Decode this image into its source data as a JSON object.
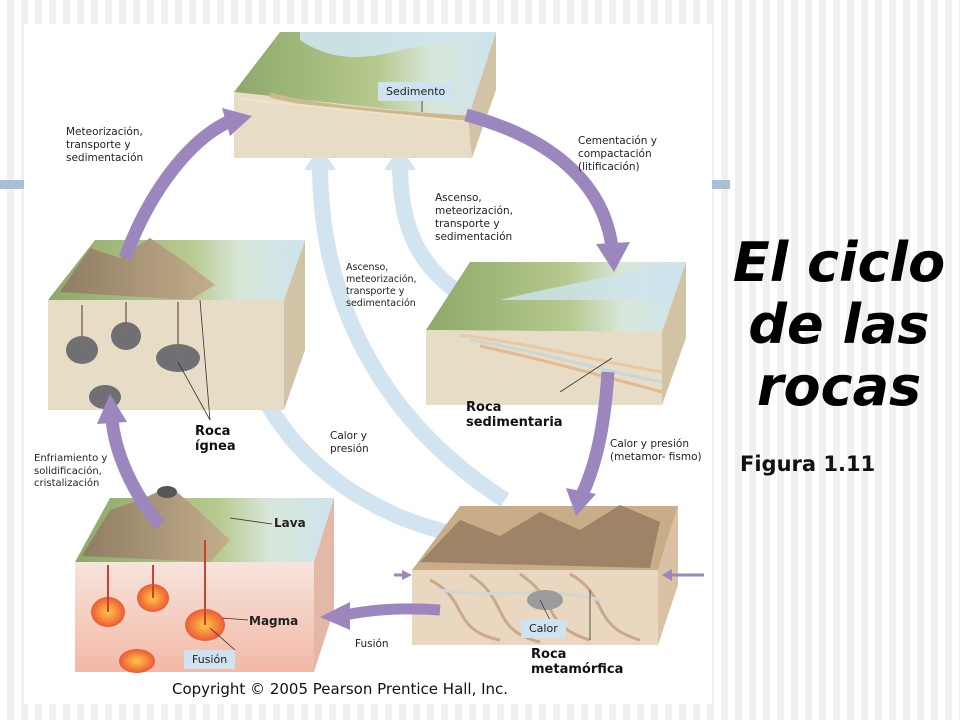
{
  "title": "El ciclo de las rocas",
  "figure": "Figura 1.11",
  "copyright": "Copyright © 2005 Pearson Prentice Hall, Inc.",
  "labels": {
    "sedimento": "Sedimento",
    "meteorizacion": "Meteorización, transporte y sedimentación",
    "cementacion": "Cementación y compactación (litificación)",
    "ascenso_1": "Ascenso, meteorización, transporte y sedimentación",
    "ascenso_2": "Ascenso, meteorización, transporte y sedimentación",
    "roca_ignea": "Roca ígnea",
    "roca_sedimentaria": "Roca sedimentaria",
    "calor_presion_1": "Calor y presión",
    "calor_presion_2": "Calor y presión (metamor- fismo)",
    "enfriamiento": "Enfriamiento y solidificación, cristalización",
    "lava": "Lava",
    "magma": "Magma",
    "fusion_box": "Fusión",
    "fusion_arrow": "Fusión",
    "calor_box": "Calor",
    "roca_metamorfica": "Roca metamórfica"
  },
  "colors": {
    "cycle_arrow": "#9b87be",
    "alt_arrow": "#cfe1ef",
    "box_fill": "#cfe2f0",
    "block_rock": "#e7dcc6",
    "magma": "#f06a3c",
    "water": "#cde4ee"
  }
}
